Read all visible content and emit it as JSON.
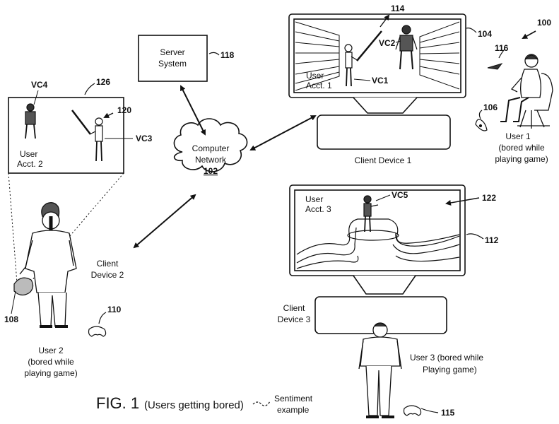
{
  "refs": {
    "system": "100",
    "controller_user1": "106",
    "headset_user2": "108",
    "controller_user2": "110",
    "display_client3": "112",
    "scene_display1": "114",
    "controller_user3": "115",
    "remote_user1": "116",
    "server": "118",
    "vc3_pointer": "120",
    "scene_display3": "122",
    "display_client1": "104",
    "vr_view": "126"
  },
  "server": {
    "line1": "Server",
    "line2": "System"
  },
  "network": {
    "line1": "Computer",
    "line2": "Network",
    "ref": "102"
  },
  "client1": {
    "label": "Client Device 1"
  },
  "client2": {
    "line1": "Client",
    "line2": "Device 2"
  },
  "client3": {
    "line1": "Client",
    "line2": "Device 3"
  },
  "characters": {
    "vc1": "VC1",
    "vc2": "VC2",
    "vc3": "VC3",
    "vc4": "VC4",
    "vc5": "VC5"
  },
  "accounts": {
    "acct1": {
      "line1": "User",
      "line2": "Acct. 1"
    },
    "acct2": {
      "line1": "User",
      "line2": "Acct. 2"
    },
    "acct3": {
      "line1": "User",
      "line2": "Acct. 3"
    }
  },
  "user1": {
    "line1": "User 1",
    "line2": "(bored while",
    "line3": "playing game)"
  },
  "user2": {
    "line1": "User 2",
    "line2": "(bored while",
    "line3": "playing game)"
  },
  "user3": {
    "line1": "User 3 (bored while",
    "line2": "Playing game)"
  },
  "figure": {
    "title": "FIG. 1",
    "subtitle": "(Users getting bored)",
    "note1": "Sentiment",
    "note2": "example"
  }
}
